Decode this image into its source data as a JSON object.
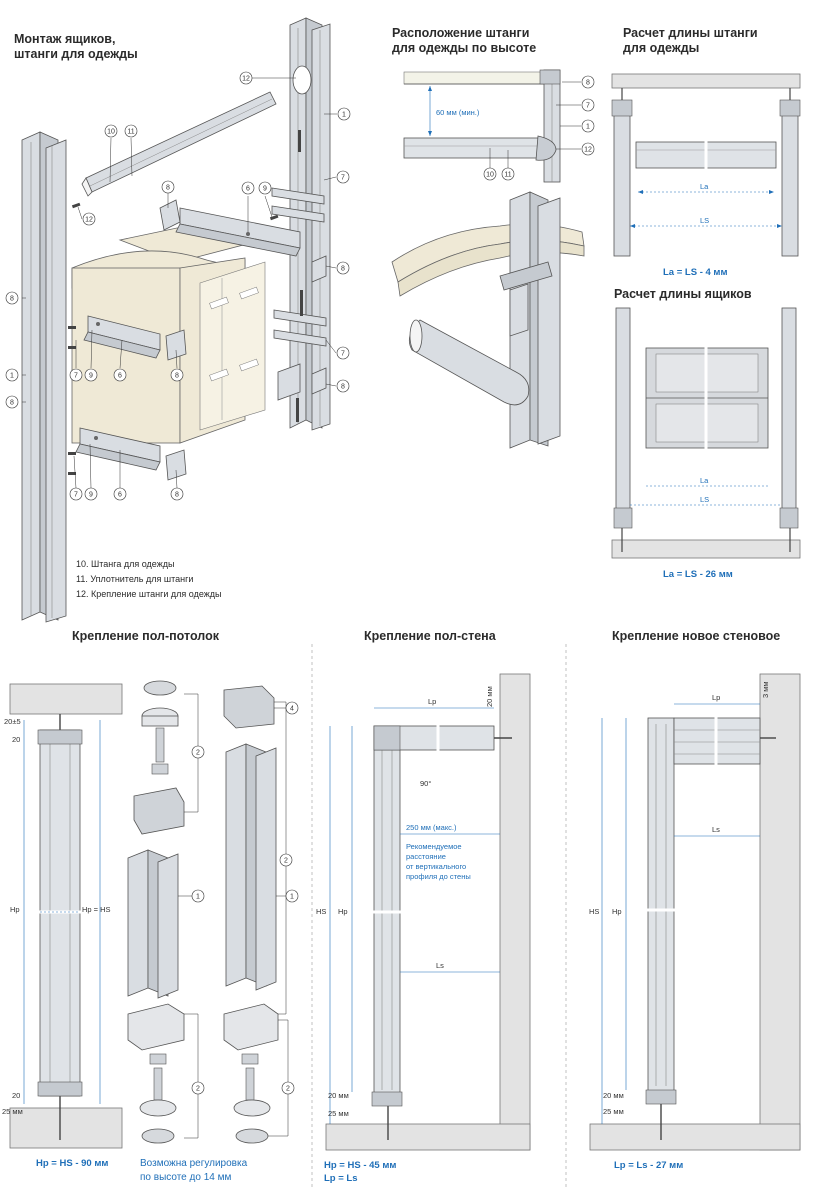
{
  "sections": {
    "assembly_title_1": "Монтаж ящиков,",
    "assembly_title_2": "штанги для одежды",
    "height_title_1": "Расположение штанги",
    "height_title_2": "для одежды по высоте",
    "rail_calc_title_1": "Расчет длины штанги",
    "rail_calc_title_2": "для одежды",
    "drawer_calc_title": "Расчет длины ящиков",
    "floor_ceiling_title": "Крепление пол-потолок",
    "floor_wall_title": "Крепление пол-стена",
    "new_wall_title": "Крепление новое стеновое"
  },
  "legend": [
    "10. Штанга для одежды",
    "11. Уплотнитель для штанги",
    "12. Крепление штанги для одежды"
  ],
  "callouts": {
    "c1": "1",
    "c2": "2",
    "c4": "4",
    "c6": "6",
    "c7": "7",
    "c8": "8",
    "c9": "9",
    "c10": "10",
    "c11": "11",
    "c12": "12"
  },
  "labels": {
    "min_60": "60 мм (мин.)",
    "la": "La",
    "ls": "LS",
    "ls_lower": "Ls",
    "lp": "Lp",
    "hp": "Hp",
    "hs": "HS",
    "hp_eq_hs": "Hp = HS",
    "dim_20pm5": "20±5",
    "dim_20": "20",
    "dim_25mm": "25 мм",
    "dim_20mm": "20 мм",
    "dim_3mm": "3 мм",
    "angle_90": "90°",
    "max_250": "250 мм (макс.)",
    "rec_1": "Рекомендуемое",
    "rec_2": "расстояние",
    "rec_3": "от вертикального",
    "rec_4": "профиля до стены"
  },
  "formulas": {
    "rail": "La = LS - 4  мм",
    "drawer": "La = LS - 26 мм",
    "floor_ceiling": "Hp = HS - 90 мм",
    "floor_wall_1": "Hp = HS - 45 мм",
    "floor_wall_2": "Lp = Ls",
    "new_wall": "Lp = Ls - 27 мм"
  },
  "adjust_note": {
    "line1": "Возможна регулировка",
    "line2": "по высоте до 14 мм"
  }
}
